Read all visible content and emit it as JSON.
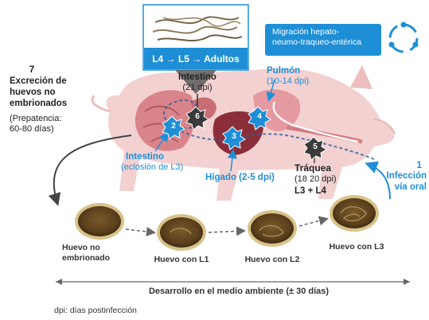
{
  "inset": {
    "stages": "L4 → L5 → Adultos"
  },
  "migration_box": {
    "text": "Migración hepato-\nneumo-traqueo-entérica"
  },
  "steps": {
    "step7": {
      "number": "7",
      "title": "Excreción de\nhuevos no\nembrionados",
      "detail": "(Prepatencia:\n60-80 días)"
    },
    "intestine_adult": {
      "title": "Intestino",
      "detail": "(21 dpi)"
    },
    "lung": {
      "title": "Pulmón",
      "detail": "(10-14 dpi)"
    },
    "intestine_hatch": {
      "title": "Intestino",
      "detail": "(eclosión de L3)"
    },
    "liver": {
      "title": "Hígado (2-5 dpi)"
    },
    "trachea": {
      "title": "Tráquea",
      "detail": "(18 20 dpi)",
      "stages": "L3 + L4"
    },
    "infection": {
      "number": "1",
      "title": "Infección\nvía oral"
    }
  },
  "markers": [
    "6",
    "5",
    "4",
    "3",
    "2"
  ],
  "eggs": [
    {
      "label": "Huevo no\nembrionado"
    },
    {
      "label": "Huevo con L1"
    },
    {
      "label": "Huevo con L2"
    },
    {
      "label": "Huevo con L3"
    }
  ],
  "axis": {
    "label": "Desarrollo en el medio ambiente (± 30 días)"
  },
  "footnote": "dpi: días postinfección",
  "colors": {
    "accent_blue": "#1e8fd6",
    "pig_pink": "#f2c9c9",
    "egg_brown": "#8a6a3a"
  }
}
